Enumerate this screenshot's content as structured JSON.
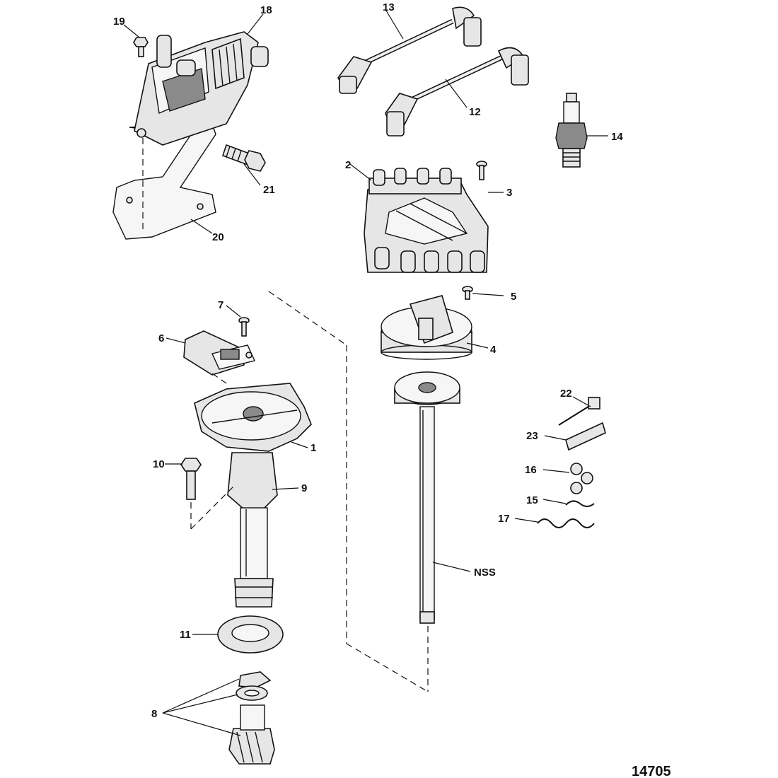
{
  "callouts": {
    "c1": "1",
    "c2": "2",
    "c3": "3",
    "c4": "4",
    "c5": "5",
    "c6": "6",
    "c7": "7",
    "c8": "8",
    "c9": "9",
    "c10": "10",
    "c11": "11",
    "c12": "12",
    "c13": "13",
    "c14": "14",
    "c15": "15",
    "c16": "16",
    "c17": "17",
    "c18": "18",
    "c19": "19",
    "c20": "20",
    "c21": "21",
    "c22": "22",
    "c23": "23",
    "nss": "NSS"
  },
  "figure_number": "14705"
}
